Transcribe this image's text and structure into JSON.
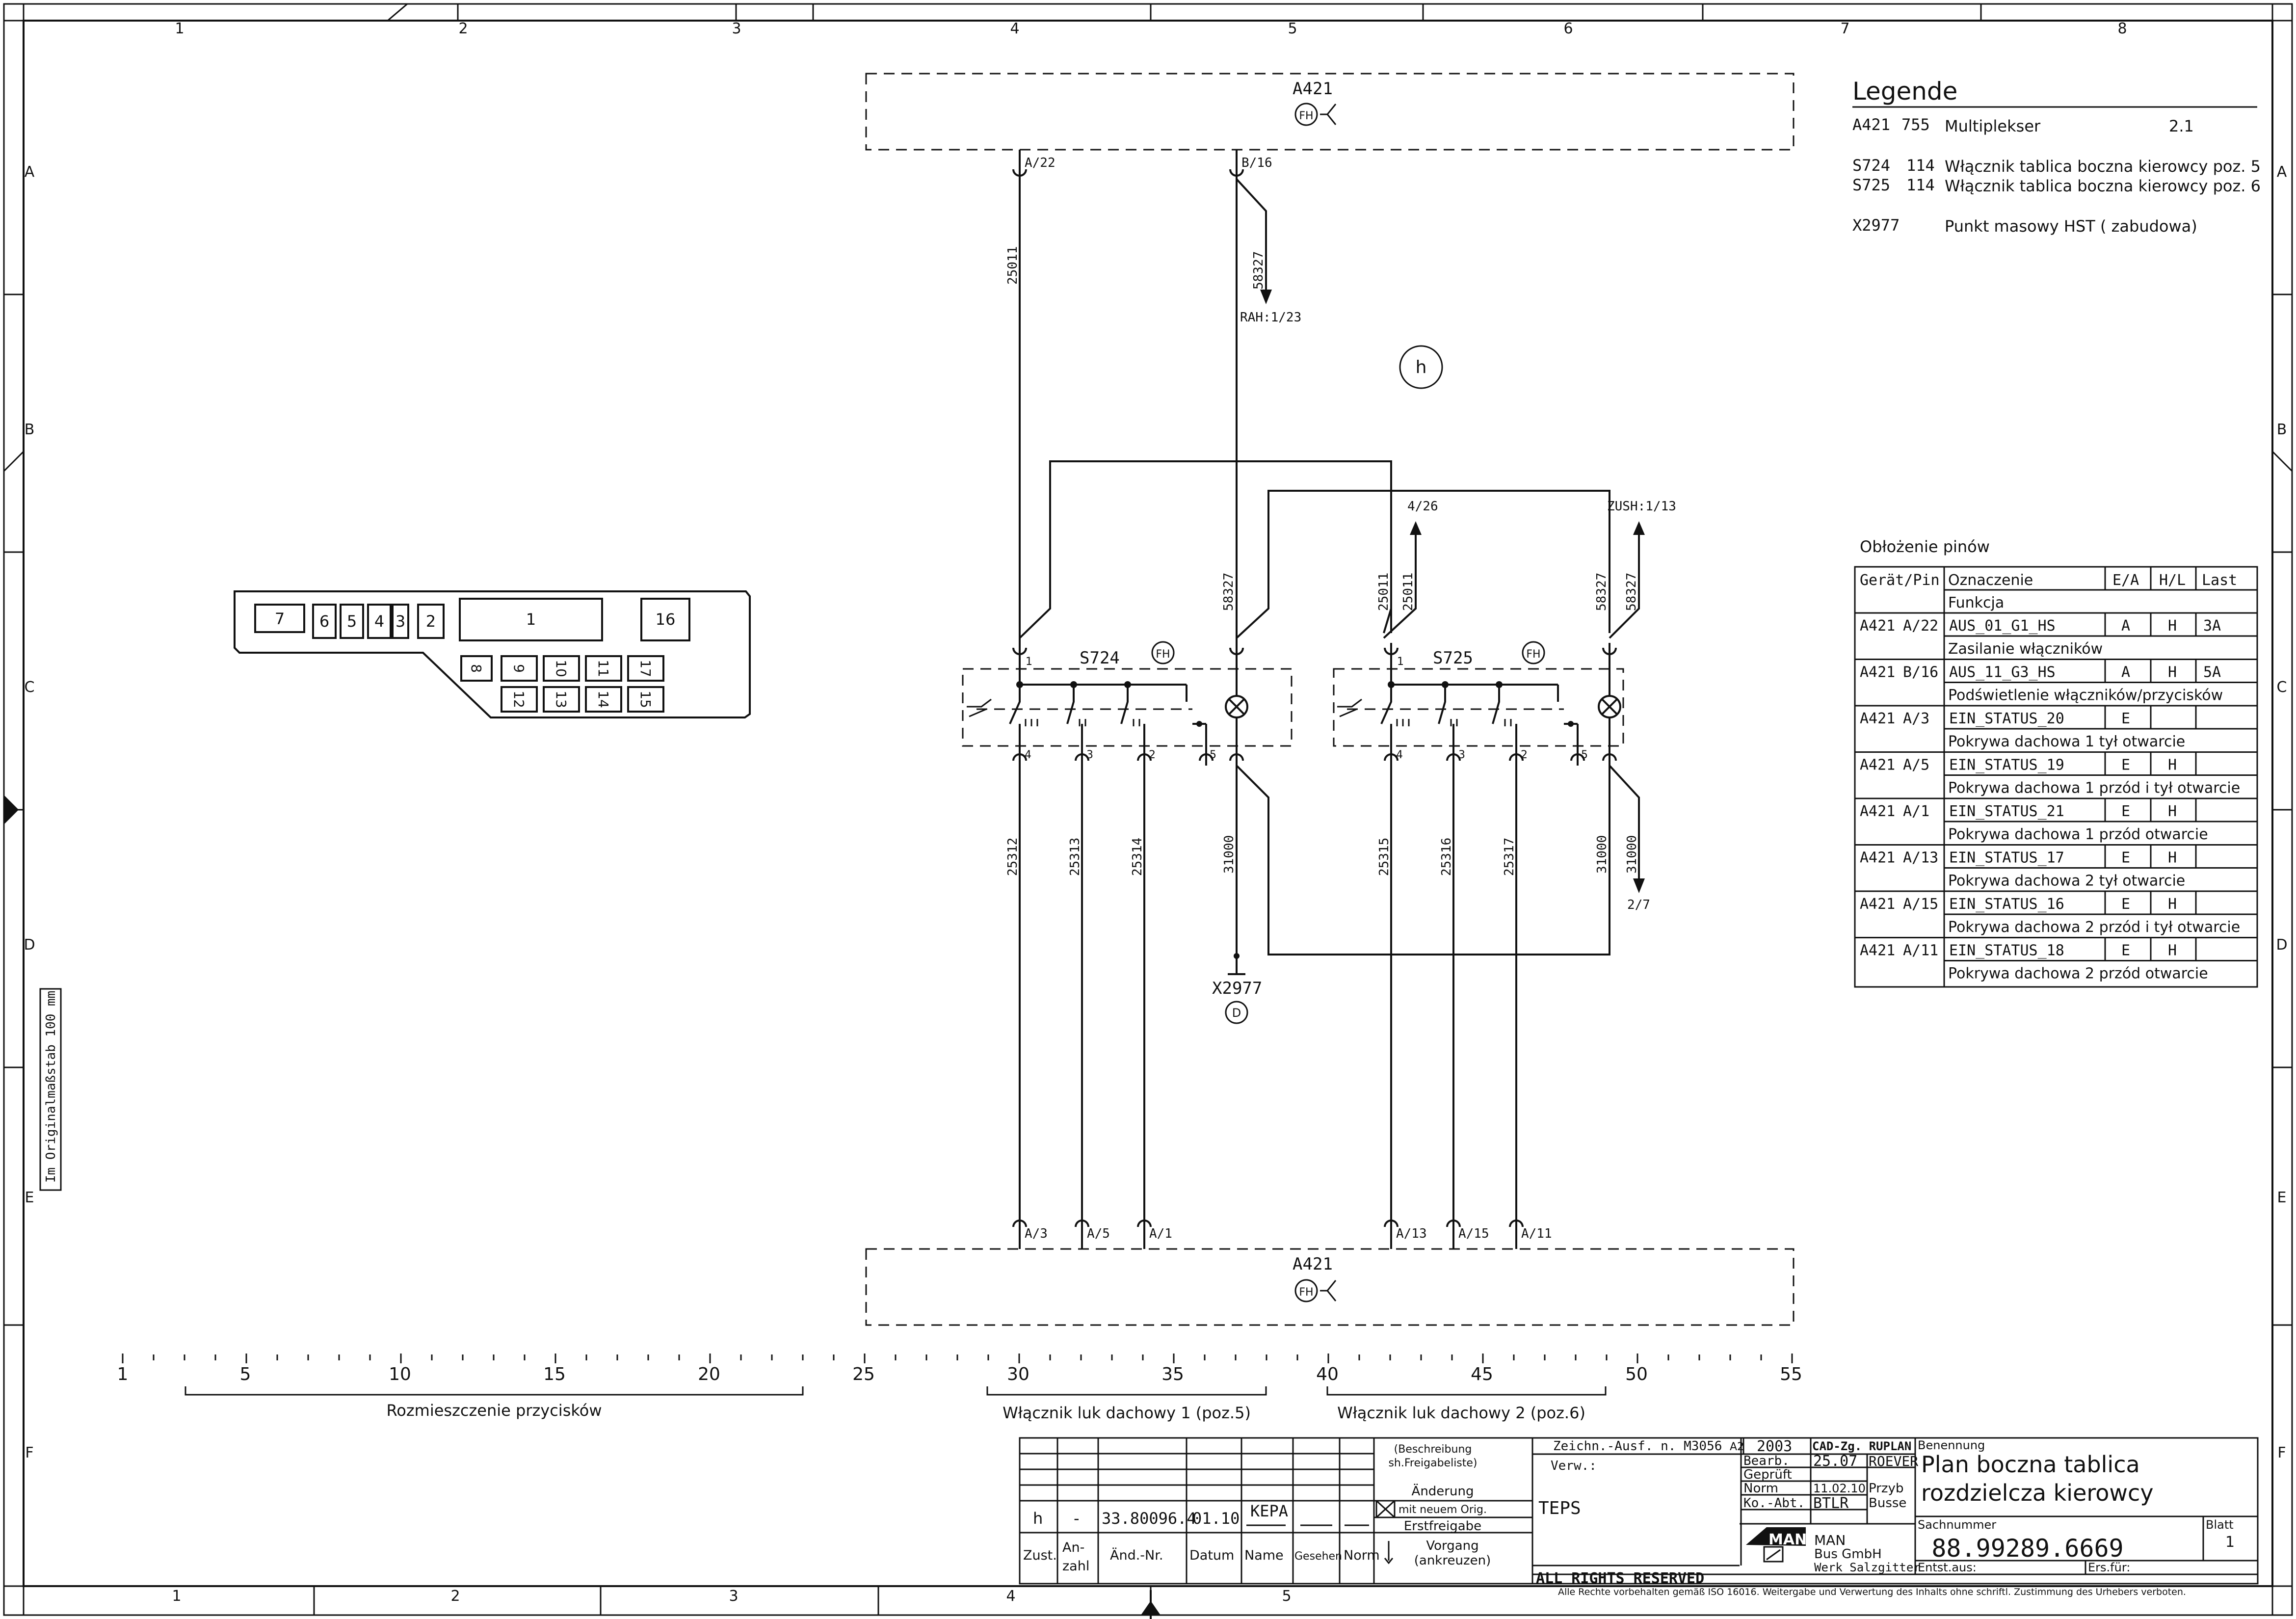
{
  "frame": {
    "cols_top": [
      "1",
      "2",
      "3",
      "4",
      "5",
      "6",
      "7",
      "8"
    ],
    "cols_bottom": [
      "1",
      "2",
      "3",
      "4",
      "5"
    ],
    "rows": [
      "A",
      "B",
      "C",
      "D",
      "E",
      "F"
    ],
    "scale_note": "Im Originalmaßstab 100 mm"
  },
  "legend": {
    "title": "Legende",
    "rows": [
      {
        "ref": "A421",
        "num": "755",
        "text": "Multiplekser",
        "extra": "2.1"
      },
      {
        "ref": "S724",
        "num": "114",
        "text": "Włącznik tablica boczna kierowcy poz. 5",
        "extra": ""
      },
      {
        "ref": "S725",
        "num": "114",
        "text": "Włącznik tablica boczna kierowcy poz. 6",
        "extra": ""
      },
      {
        "ref": "X2977",
        "num": "",
        "text": "Punkt masowy HST ( zabudowa)",
        "extra": ""
      }
    ]
  },
  "pin_table": {
    "title": "Obłożenie pinów",
    "headers": {
      "dev": "Gerät/Pin",
      "desc": "Oznaczenie",
      "func": "Funkcja",
      "ea": "E/A",
      "hl": "H/L",
      "last": "Last"
    },
    "rows": [
      {
        "dev": "A421",
        "pin": "A/22",
        "signal": "AUS_01_G1_HS",
        "ea": "A",
        "hl": "H",
        "last": "3A",
        "func": "Zasilanie włączników"
      },
      {
        "dev": "A421",
        "pin": "B/16",
        "signal": "AUS_11_G3_HS",
        "ea": "A",
        "hl": "H",
        "last": "5A",
        "func": "Podświetlenie włączników/przycisków"
      },
      {
        "dev": "A421",
        "pin": "A/3",
        "signal": "EIN_STATUS_20",
        "ea": "E",
        "hl": "",
        "last": "",
        "func": "Pokrywa dachowa 1 tył otwarcie"
      },
      {
        "dev": "A421",
        "pin": "A/5",
        "signal": "EIN_STATUS_19",
        "ea": "E",
        "hl": "H",
        "last": "",
        "func": "Pokrywa dachowa 1 przód i tył otwarcie"
      },
      {
        "dev": "A421",
        "pin": "A/1",
        "signal": "EIN_STATUS_21",
        "ea": "E",
        "hl": "H",
        "last": "",
        "func": "Pokrywa dachowa 1 przód otwarcie"
      },
      {
        "dev": "A421",
        "pin": "A/13",
        "signal": "EIN_STATUS_17",
        "ea": "E",
        "hl": "H",
        "last": "",
        "func": "Pokrywa dachowa 2 tył otwarcie"
      },
      {
        "dev": "A421",
        "pin": "A/15",
        "signal": "EIN_STATUS_16",
        "ea": "E",
        "hl": "H",
        "last": "",
        "func": "Pokrywa dachowa 2 przód i tył otwarcie"
      },
      {
        "dev": "A421",
        "pin": "A/11",
        "signal": "EIN_STATUS_18",
        "ea": "E",
        "hl": "H",
        "last": "",
        "func": "Pokrywa dachowa 2 przód otwarcie"
      }
    ]
  },
  "schematic": {
    "module_label": "A421",
    "fh": "FH",
    "top_pins": [
      "A/22",
      "B/16"
    ],
    "top_wires": [
      "25011",
      "58327"
    ],
    "rah": "RAH:1/23",
    "revision_marker": "h",
    "s724": "S724",
    "s725": "S725",
    "wire_58327": "58327",
    "wire_25011": "25011",
    "ref_4_26": "4/26",
    "ref_zush": "ZUSH:1/13",
    "contact_1": "1",
    "contact_2": "2",
    "contact_3": "3",
    "contact_4": "4",
    "contact_5": "5",
    "bottom_wires_s724": [
      "25312",
      "25313",
      "25314",
      "31000"
    ],
    "bottom_wires_s725": [
      "25315",
      "25316",
      "25317",
      "31000",
      "31000"
    ],
    "ground": "X2977",
    "ground_marker": "D",
    "ref_2_7": "2/7",
    "bottom_pins": [
      "A/3",
      "A/5",
      "A/1",
      "A/13",
      "A/15",
      "A/11"
    ]
  },
  "panel": {
    "buttons_top": [
      "7",
      "6",
      "5",
      "4",
      "3",
      "2",
      "1",
      "16"
    ],
    "buttons_mid": [
      "8",
      "9",
      "10",
      "11",
      "17"
    ],
    "buttons_low": [
      "12",
      "13",
      "14",
      "15"
    ]
  },
  "ruler": {
    "ticks": [
      "1",
      "5",
      "10",
      "15",
      "20",
      "25",
      "30",
      "35",
      "40",
      "45",
      "50",
      "55"
    ],
    "bracket_1": "Rozmieszczenie przycisków",
    "bracket_2": "Włącznik luk dachowy 1 (poz.5)",
    "bracket_3": "Włącznik luk dachowy 2 (poz.6)"
  },
  "change_block": {
    "rev": "h",
    "dash": "-",
    "number": "33.80096.4",
    "date": "01.10",
    "name": "KEPA",
    "h_zust": "Zust.",
    "h_anzahl": "An-\nzahl",
    "h_aend": "Änd.-Nr.",
    "h_datum": "Datum",
    "h_name": "Name",
    "h_gesehen": "Gesehen",
    "h_norm": "Norm",
    "beschreibung": "(Beschreibung sh.Freigabeliste)",
    "aenderung": "Änderung",
    "mit_neuem": "mit neuem Orig.",
    "erstfreigabe": "Erstfreigabe",
    "vorgang": "Vorgang (ankreuzen)"
  },
  "title_block": {
    "zeichn": "Zeichn.-Ausf. n. M3056",
    "a2": "A2",
    "year": "2003",
    "cad": "CAD-Zg. RUPLAN",
    "bearb_label": "Bearb.",
    "bearb_date": "25.07",
    "bearb_name": "ROEVER",
    "gepr_label": "Geprüft",
    "norm_label": "Norm",
    "norm_date": "11.02.10",
    "norm_name": "Przyb",
    "koabt_label": "Ko.-Abt.",
    "koabt_val": "BTLR",
    "koabt_name": "Busse",
    "verw": "Verw.:",
    "teps": "TEPS",
    "benennung_label": "Benennung",
    "title_line1": "Plan boczna tablica",
    "title_line2": "rozdzielcza kierowcy",
    "company_logo": "MAN",
    "company1": "MAN",
    "company2": "Bus GmbH",
    "company3": "Werk Salzgitter",
    "sach_label": "Sachnummer",
    "sach_value": "88.99289.6669",
    "blatt_label": "Blatt",
    "blatt_value": "1",
    "entst": "Entst.aus:",
    "ers": "Ers.für:",
    "rights": "ALL RIGHTS RESERVED",
    "copyright": "Alle Rechte vorbehalten gemäß ISO 16016. Weitergabe und Verwertung des Inhalts ohne schriftl. Zustimmung des Urhebers verboten."
  }
}
